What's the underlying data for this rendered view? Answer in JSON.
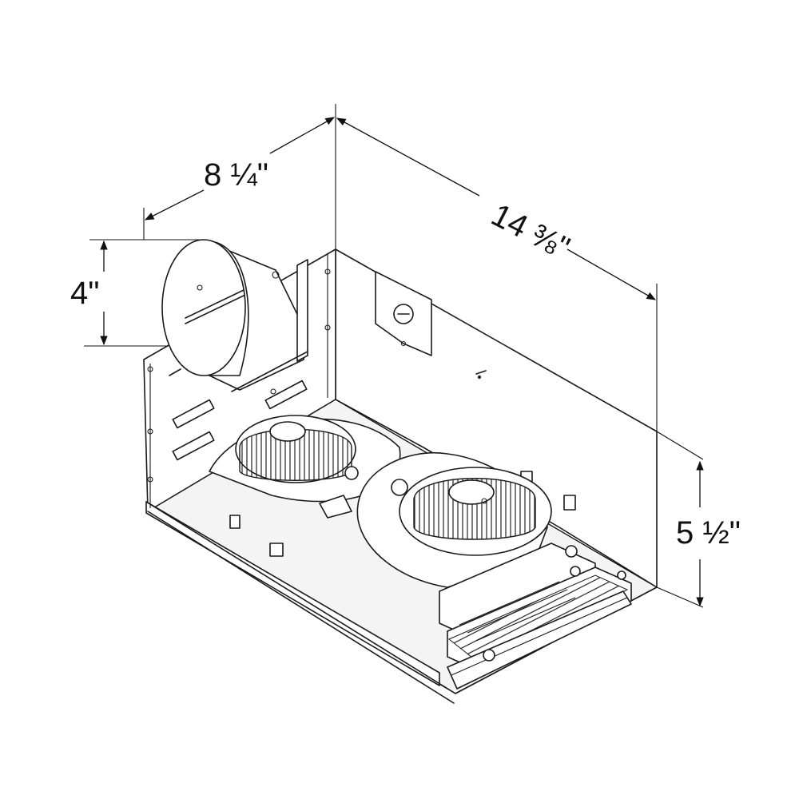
{
  "dimensions": {
    "width": "8 ¼\"",
    "length": "14 ⅜\"",
    "duct": "4\"",
    "height": "5 ½\""
  },
  "colors": {
    "line": "#1a1a1a",
    "background": "#ffffff"
  }
}
